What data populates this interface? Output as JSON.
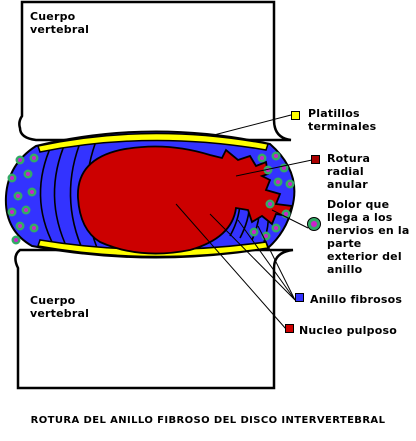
{
  "labels": {
    "upper_vertebra": "Cuerpo\nvertebral",
    "lower_vertebra": "Cuerpo\nvertebral",
    "endplates": "Platillos\nterminales",
    "radial_tear": "Rotura\nradial\nanular",
    "pain": "Dolor que\nllega a los\nnervios en la\nparte\nexterior del\nanillo",
    "annulus": "Anillo fibrosos",
    "nucleus": "Nucleo pulposo"
  },
  "caption": "ROTURA DEL ANILLO FIBROSO DEL DISCO INTERVERTEBRAL",
  "colors": {
    "annulus": "#3333ff",
    "nucleus": "#cc0000",
    "endplate": "#ffff00",
    "nerve_fill": "#33aa66",
    "nerve_dot": "#cc22cc"
  }
}
